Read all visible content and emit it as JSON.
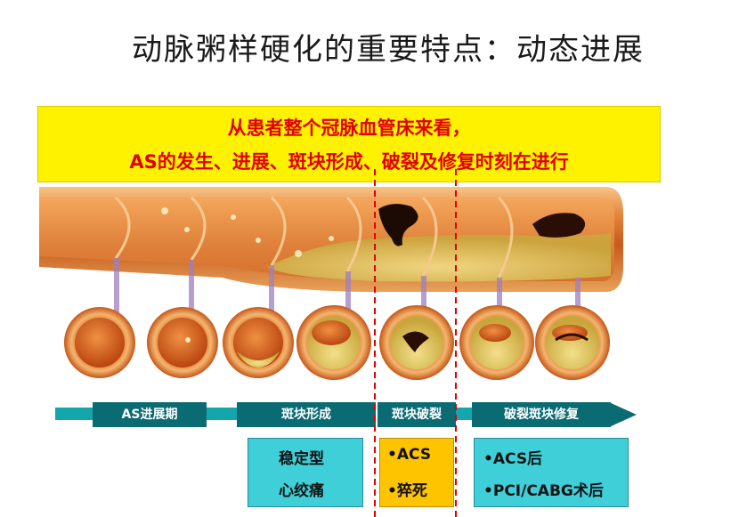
{
  "title": "动脉粥样硬化的重要特点：动态进展",
  "banner": {
    "line1": "从患者整个冠脉血管床来看，",
    "line2": "AS的发生、进展、斑块形成、破裂及修复时刻在进行"
  },
  "timeline": {
    "stage1": "AS进展期",
    "stage2": "斑块形成",
    "stage3": "斑块破裂",
    "stage4": "破裂斑块修复"
  },
  "boxes": {
    "stable_line1": "稳定型",
    "stable_line2": "心绞痛",
    "rupture_item1": "•ACS",
    "rupture_item2": "•猝死",
    "repair_item1": "•ACS后",
    "repair_item2": "•PCI/CABG术后"
  },
  "colors": {
    "banner_bg": "#fff200",
    "banner_text": "#e10000",
    "timeline_bar": "#0b6b73",
    "box_teal": "#3fcfd9",
    "box_yellow": "#ffc400",
    "dashed_line": "#e10000"
  }
}
